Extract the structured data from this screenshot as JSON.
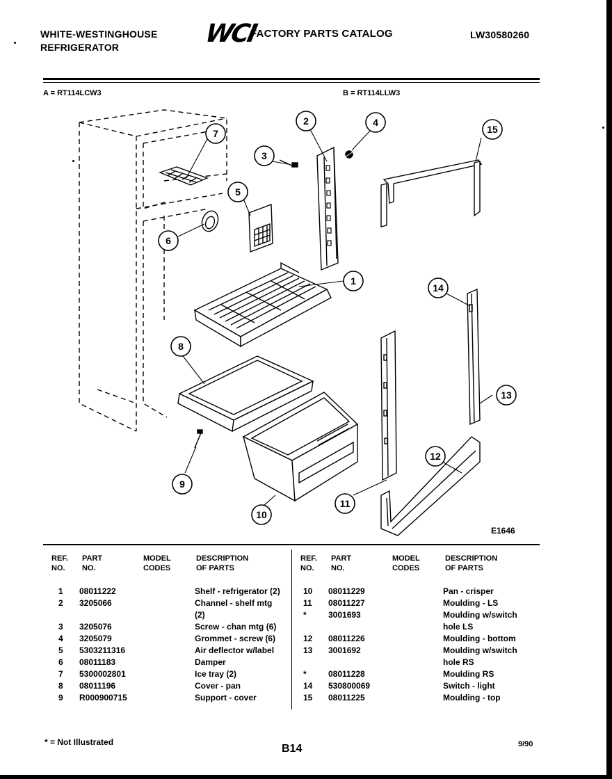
{
  "header": {
    "brand_line1": "WHITE-WESTINGHOUSE",
    "brand_line2": "REFRIGERATOR",
    "logo": "WCI",
    "catalog_title": "FACTORY PARTS CATALOG",
    "doc_number": "LW30580260"
  },
  "models": {
    "a": "A = RT114LCW3",
    "b": "B = RT114LLW3"
  },
  "diagram": {
    "figure_id": "E1646",
    "callouts": [
      "1",
      "2",
      "3",
      "4",
      "5",
      "6",
      "7",
      "8",
      "9",
      "10",
      "11",
      "12",
      "13",
      "14",
      "15"
    ]
  },
  "table": {
    "headers": {
      "ref": [
        "REF.",
        "NO."
      ],
      "part": [
        "PART",
        "NO."
      ],
      "model": [
        "MODEL",
        "CODES"
      ],
      "desc": [
        "DESCRIPTION",
        "OF PARTS"
      ]
    },
    "left_rows": [
      {
        "ref": "1",
        "part": "08011222",
        "desc": "Shelf - refrigerator (2)"
      },
      {
        "ref": "2",
        "part": "3205066",
        "desc": "Channel - shelf mtg"
      },
      {
        "ref": "",
        "part": "",
        "desc": "(2)"
      },
      {
        "ref": "3",
        "part": "3205076",
        "desc": "Screw - chan mtg (6)"
      },
      {
        "ref": "4",
        "part": "3205079",
        "desc": "Grommet - screw (6)"
      },
      {
        "ref": "5",
        "part": "5303211316",
        "desc": "Air deflector w/label"
      },
      {
        "ref": "6",
        "part": "08011183",
        "desc": "Damper"
      },
      {
        "ref": "7",
        "part": "5300002801",
        "desc": "Ice tray (2)"
      },
      {
        "ref": "8",
        "part": "08011196",
        "desc": "Cover - pan"
      },
      {
        "ref": "9",
        "part": "R000900715",
        "desc": "Support - cover"
      }
    ],
    "right_rows": [
      {
        "ref": "10",
        "part": "08011229",
        "desc": "Pan - crisper"
      },
      {
        "ref": "11",
        "part": "08011227",
        "desc": "Moulding - LS"
      },
      {
        "ref": "*",
        "part": "3001693",
        "desc": "Moulding w/switch"
      },
      {
        "ref": "",
        "part": "",
        "desc": "hole LS"
      },
      {
        "ref": "12",
        "part": "08011226",
        "desc": "Moulding - bottom"
      },
      {
        "ref": "13",
        "part": "3001692",
        "desc": "Moulding w/switch"
      },
      {
        "ref": "",
        "part": "",
        "desc": "hole RS"
      },
      {
        "ref": "*",
        "part": "08011228",
        "desc": "Moulding RS"
      },
      {
        "ref": "14",
        "part": "530800069",
        "desc": "Switch - light"
      },
      {
        "ref": "15",
        "part": "08011225",
        "desc": "Moulding - top"
      }
    ]
  },
  "footer": {
    "note": "* = Not Illustrated",
    "page": "B14",
    "date": "9/90"
  }
}
